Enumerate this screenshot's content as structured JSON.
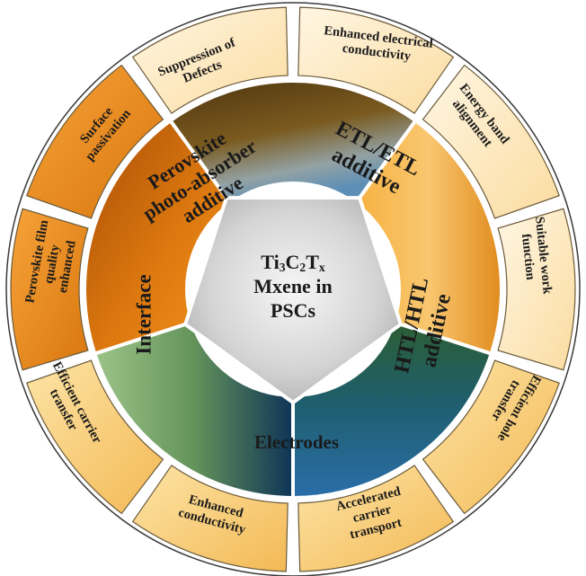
{
  "center": {
    "lines": [
      {
        "parts": [
          {
            "t": "Ti"
          },
          {
            "t": "3",
            "sub": true
          },
          {
            "t": "C"
          },
          {
            "t": "2",
            "sub": true
          },
          {
            "t": "T"
          },
          {
            "t": "x",
            "sub": true
          }
        ]
      },
      {
        "parts": [
          {
            "t": "Mxene in"
          }
        ]
      },
      {
        "parts": [
          {
            "t": "PSCs"
          }
        ]
      }
    ]
  },
  "categories": [
    {
      "id": "perovskite",
      "lines": [
        "Perovskite",
        "photo-absorber",
        "additive"
      ],
      "subs": [
        {
          "id": "surface-passivation",
          "lines": [
            "Surface",
            "passivation"
          ]
        },
        {
          "id": "suppression-of-defects",
          "lines": [
            "Suppression of",
            "Defects"
          ]
        }
      ]
    },
    {
      "id": "etl",
      "lines": [
        "ETL/ETL",
        "additive"
      ],
      "subs": [
        {
          "id": "enhanced-electrical-conductivity",
          "lines": [
            "Enhanced electrical",
            "conductivity"
          ]
        },
        {
          "id": "energy-band-alignment",
          "lines": [
            "Energy band",
            "alignment"
          ]
        }
      ]
    },
    {
      "id": "htl",
      "lines": [
        "HTL/HTL",
        "additive"
      ],
      "subs": [
        {
          "id": "suitable-work-function",
          "lines": [
            "Suitable work",
            "function"
          ]
        },
        {
          "id": "efficient-hole-transfer",
          "lines": [
            "Efficient hole",
            "transfer"
          ]
        }
      ]
    },
    {
      "id": "electrodes",
      "lines": [
        "Electrodes"
      ],
      "subs": [
        {
          "id": "accelerated-carrier-transport",
          "lines": [
            "Accelerated",
            "carrier",
            "transport"
          ]
        },
        {
          "id": "enhanced-conductivity",
          "lines": [
            "Enhanced",
            "conductivity"
          ]
        }
      ]
    },
    {
      "id": "interface",
      "lines": [
        "Interface"
      ],
      "subs": [
        {
          "id": "efficient-carrier-transfer",
          "lines": [
            "Efficient carrier",
            "transfer"
          ]
        },
        {
          "id": "perovskite-film-quality-enhanced",
          "lines": [
            "Perovskite film",
            "quality",
            "enhanced"
          ]
        }
      ]
    }
  ]
}
